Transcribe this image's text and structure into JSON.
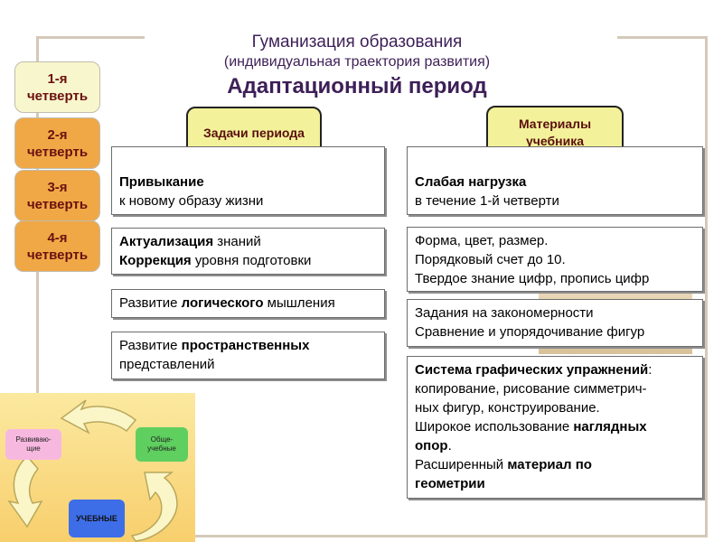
{
  "title": {
    "line1": "Гуманизация образования",
    "line2": "(индивидуальная траектория развития)",
    "line3": "Адаптационный период"
  },
  "quarters": [
    {
      "line1": "1-я",
      "line2": "четверть",
      "active": true
    },
    {
      "line1": "2-я",
      "line2": "четверть",
      "active": false
    },
    {
      "line1": "3-я",
      "line2": "четверть",
      "active": false
    },
    {
      "line1": "4-я",
      "line2": "четверть",
      "active": false
    }
  ],
  "tasks": {
    "header": "Задачи периода",
    "items": [
      {
        "parts": [
          {
            "text": "Привыкание",
            "bold": true
          },
          {
            "br": true
          },
          {
            "text": "к новому образу жизни",
            "bold": false
          }
        ]
      },
      {
        "parts": [
          {
            "text": "Актуализация",
            "bold": true
          },
          {
            "text": " знаний",
            "bold": false
          },
          {
            "br": true
          },
          {
            "text": "Коррекция",
            "bold": true
          },
          {
            "text": " уровня подготовки",
            "bold": false
          }
        ]
      },
      {
        "parts": [
          {
            "text": "Развитие ",
            "bold": false
          },
          {
            "text": "логического",
            "bold": true
          },
          {
            "text": " мышления",
            "bold": false
          }
        ]
      },
      {
        "parts": [
          {
            "text": "Развитие ",
            "bold": false
          },
          {
            "text": "пространственных",
            "bold": true
          },
          {
            "br": true
          },
          {
            "text": "представлений",
            "bold": false
          }
        ]
      }
    ]
  },
  "materials": {
    "header_line1": "Материалы",
    "header_line2": "учебника",
    "items": [
      {
        "parts": [
          {
            "text": "Слабая нагрузка",
            "bold": true
          },
          {
            "br": true
          },
          {
            "text": "в течение 1-й четверти",
            "bold": false
          }
        ]
      },
      {
        "parts": [
          {
            "text": "Форма, цвет, размер.",
            "bold": false
          },
          {
            "br": true
          },
          {
            "text": "Порядковый счет до 10.",
            "bold": false
          },
          {
            "br": true
          },
          {
            "text": "Твердое знание цифр, пропись цифр",
            "bold": false
          }
        ]
      },
      {
        "parts": [
          {
            "text": "Задания на закономерности",
            "bold": false
          },
          {
            "br": true
          },
          {
            "text": "Сравнение и упорядочивание фигур",
            "bold": false
          }
        ]
      },
      {
        "parts": [
          {
            "text": "Система графических упражнений",
            "bold": true
          },
          {
            "text": ":",
            "bold": false
          },
          {
            "br": true
          },
          {
            "text": "копирование, рисование симметрич-",
            "bold": false
          },
          {
            "br": true
          },
          {
            "text": "ных фигур, конструирование.",
            "bold": false
          },
          {
            "br": true
          },
          {
            "text": "Широкое использование ",
            "bold": false
          },
          {
            "text": "наглядных",
            "bold": true
          },
          {
            "br": true
          },
          {
            "text": "опор",
            "bold": true
          },
          {
            "text": ".",
            "bold": false
          },
          {
            "br": true
          },
          {
            "text": "Расширенный ",
            "bold": false
          },
          {
            "text": "материал по",
            "bold": true
          },
          {
            "br": true
          },
          {
            "text": "геометрии",
            "bold": true
          }
        ]
      }
    ]
  },
  "cycle": {
    "left_line1": "Развиваю-",
    "left_line2": "щие",
    "right_line1": "Обще-",
    "right_line2": "учебные",
    "bottom": "УЧЕБНЫЕ"
  },
  "colors": {
    "title": "#3d1f57",
    "quarter_active": "#f8f6cc",
    "quarter_inactive": "#f0a846",
    "quarter_text": "#6b1010",
    "header_pill": "#f3f29a",
    "cycle_left": "#f7b8e0",
    "cycle_right": "#5fcf5f",
    "cycle_bottom": "#3d6ee8"
  },
  "icons": [
    "cycle-arrow-icon"
  ]
}
